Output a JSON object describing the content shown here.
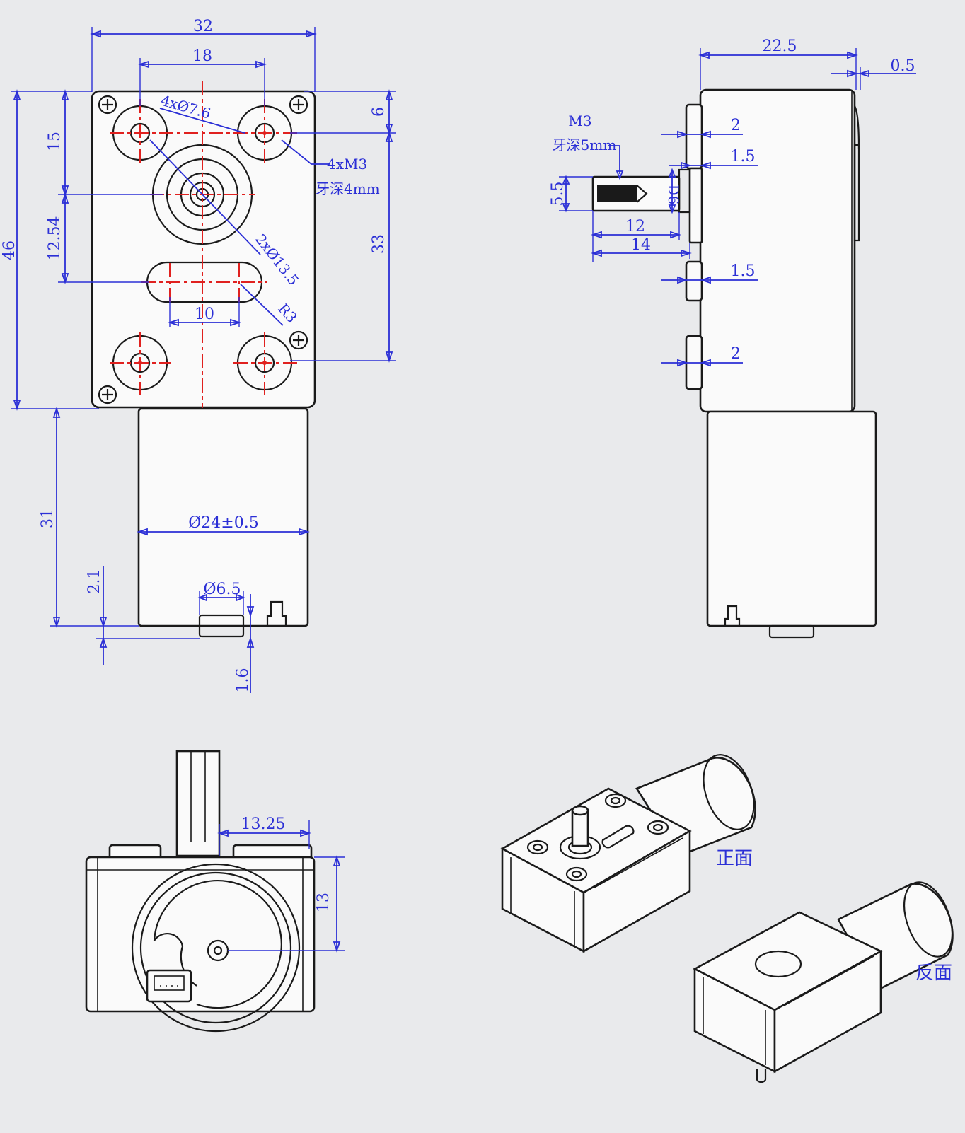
{
  "front_view": {
    "width_32": "32",
    "spacing_18": "18",
    "hole_callout": "4xØ7.6",
    "thread_callout": "4xM3",
    "thread_depth": "牙深4mm",
    "shaft_callout": "2xØ13.5",
    "slot_radius": "R3",
    "slot_length": "10",
    "top_offset_6": "6",
    "height_46": "46",
    "offset_15": "15",
    "offset_12_54": "12.54",
    "height_33": "33",
    "motor_length": "31",
    "motor_diameter": "Ø24±0.5",
    "boss_diameter": "Ø6.5",
    "boss_height": "2.1",
    "terminal_height": "1.6"
  },
  "side_view": {
    "depth_22_5": "22.5",
    "offset_0_5": "0.5",
    "thread_m3": "M3",
    "thread_depth": "牙深5mm",
    "pad_2_top": "2",
    "pad_1_5_top": "1.5",
    "shaft_5_5": "5.5",
    "shaft_d6": "D6",
    "shaft_12": "12",
    "shaft_14": "14",
    "pad_1_5_bottom": "1.5",
    "pad_2_bottom": "2"
  },
  "bottom_view": {
    "offset_13_25": "13.25",
    "height_13": "13"
  },
  "iso_views": {
    "front_label": "正面",
    "back_label": "反面"
  }
}
